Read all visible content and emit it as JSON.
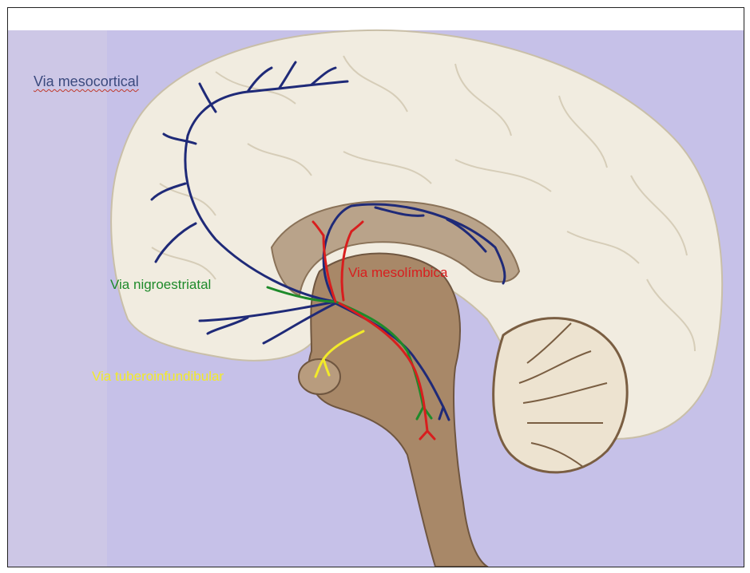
{
  "labels": {
    "mesocortical": "Via mesocortical",
    "nigroestriatal": "Via nigroestriatal",
    "mesolimbica": "Via mesolímbica",
    "tuberoinfundibular": "Via tuberoinfundibular"
  },
  "colors": {
    "mesocortical": "#3b4a7e",
    "mesocortical_path": "#1f2a78",
    "nigroestriatal": "#1e8a2a",
    "mesolimbica": "#d81e1e",
    "tuberoinfundibular": "#f2ea2a",
    "background": "#c6c1e8",
    "brain": "#f1ece0",
    "brainstem": "#a88868"
  }
}
